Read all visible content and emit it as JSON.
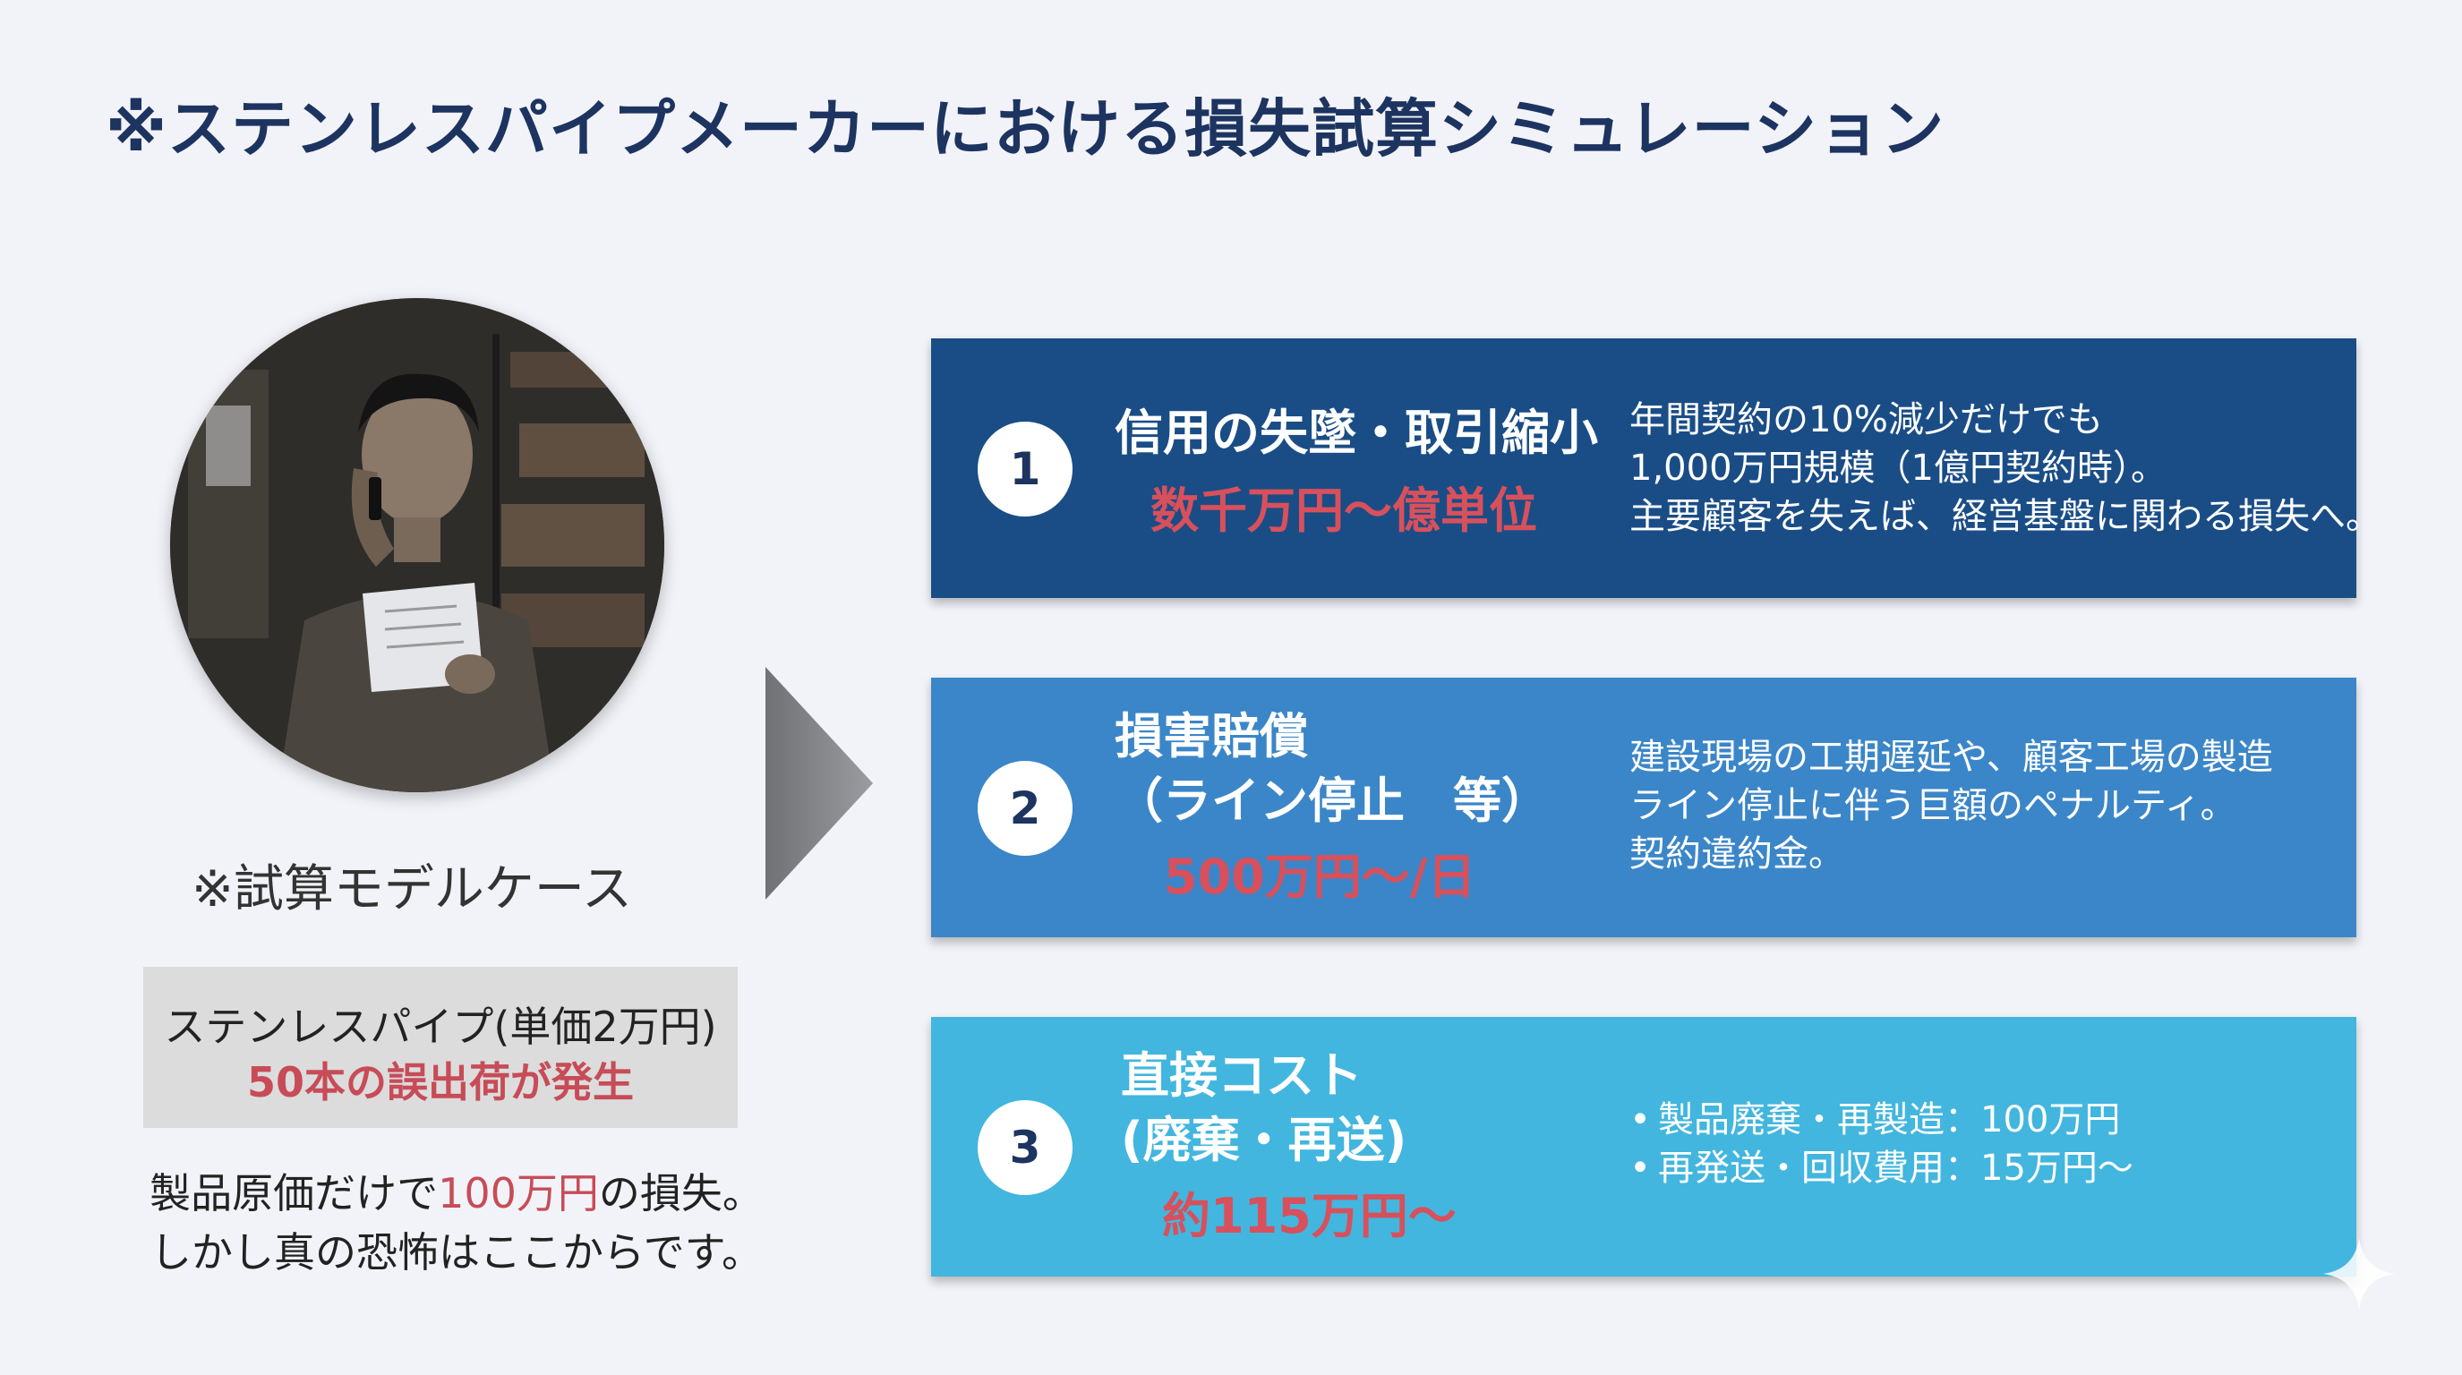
{
  "title": "※ステンレスパイプメーカーにおける損失試算シミュレーション",
  "left_panel": {
    "photo_icon": "worried-worker-on-phone-photo",
    "model_case_label": "※試算モデルケース",
    "box_line1": "ステンレスパイプ(単価2万円)",
    "box_line2": "50本の誤出荷が発生",
    "summary_pre": "製品原価だけで",
    "summary_red": "100万円",
    "summary_post": "の損失。",
    "summary_line2": "しかし真の恐怖はここからです。"
  },
  "arrow_icon": "chevron-right-arrow-icon",
  "cards": [
    {
      "number": "1",
      "title_lines": [
        "信用の失墜・取引縮小"
      ],
      "amount": "数千万円〜億単位",
      "desc_lines": [
        "年間契約の10%減少だけでも",
        "1,000万円規模（1億円契約時）。",
        "主要顧客を失えば、経営基盤に関わる損失へ。"
      ]
    },
    {
      "number": "2",
      "title_lines": [
        "損害賠償",
        "（ライン停止　等）"
      ],
      "amount": "500万円〜/日",
      "desc_lines": [
        "建設現場の工期遅延や、顧客工場の製造",
        "ライン停止に伴う巨額のペナルティ。",
        "契約違約金。"
      ]
    },
    {
      "number": "3",
      "title_lines": [
        "直接コスト",
        "(廃棄・再送)"
      ],
      "amount": "約115万円〜",
      "bullets": [
        "製品廃棄・再製造：100万円",
        "再発送・回収費用：15万円〜"
      ]
    }
  ],
  "colors": {
    "title": "#1d3461",
    "card1": "#1a4d86",
    "card2": "#3b86c8",
    "card3": "#42b6de",
    "accent_red": "#d8505c"
  },
  "sparkle_icon": "sparkle-icon"
}
